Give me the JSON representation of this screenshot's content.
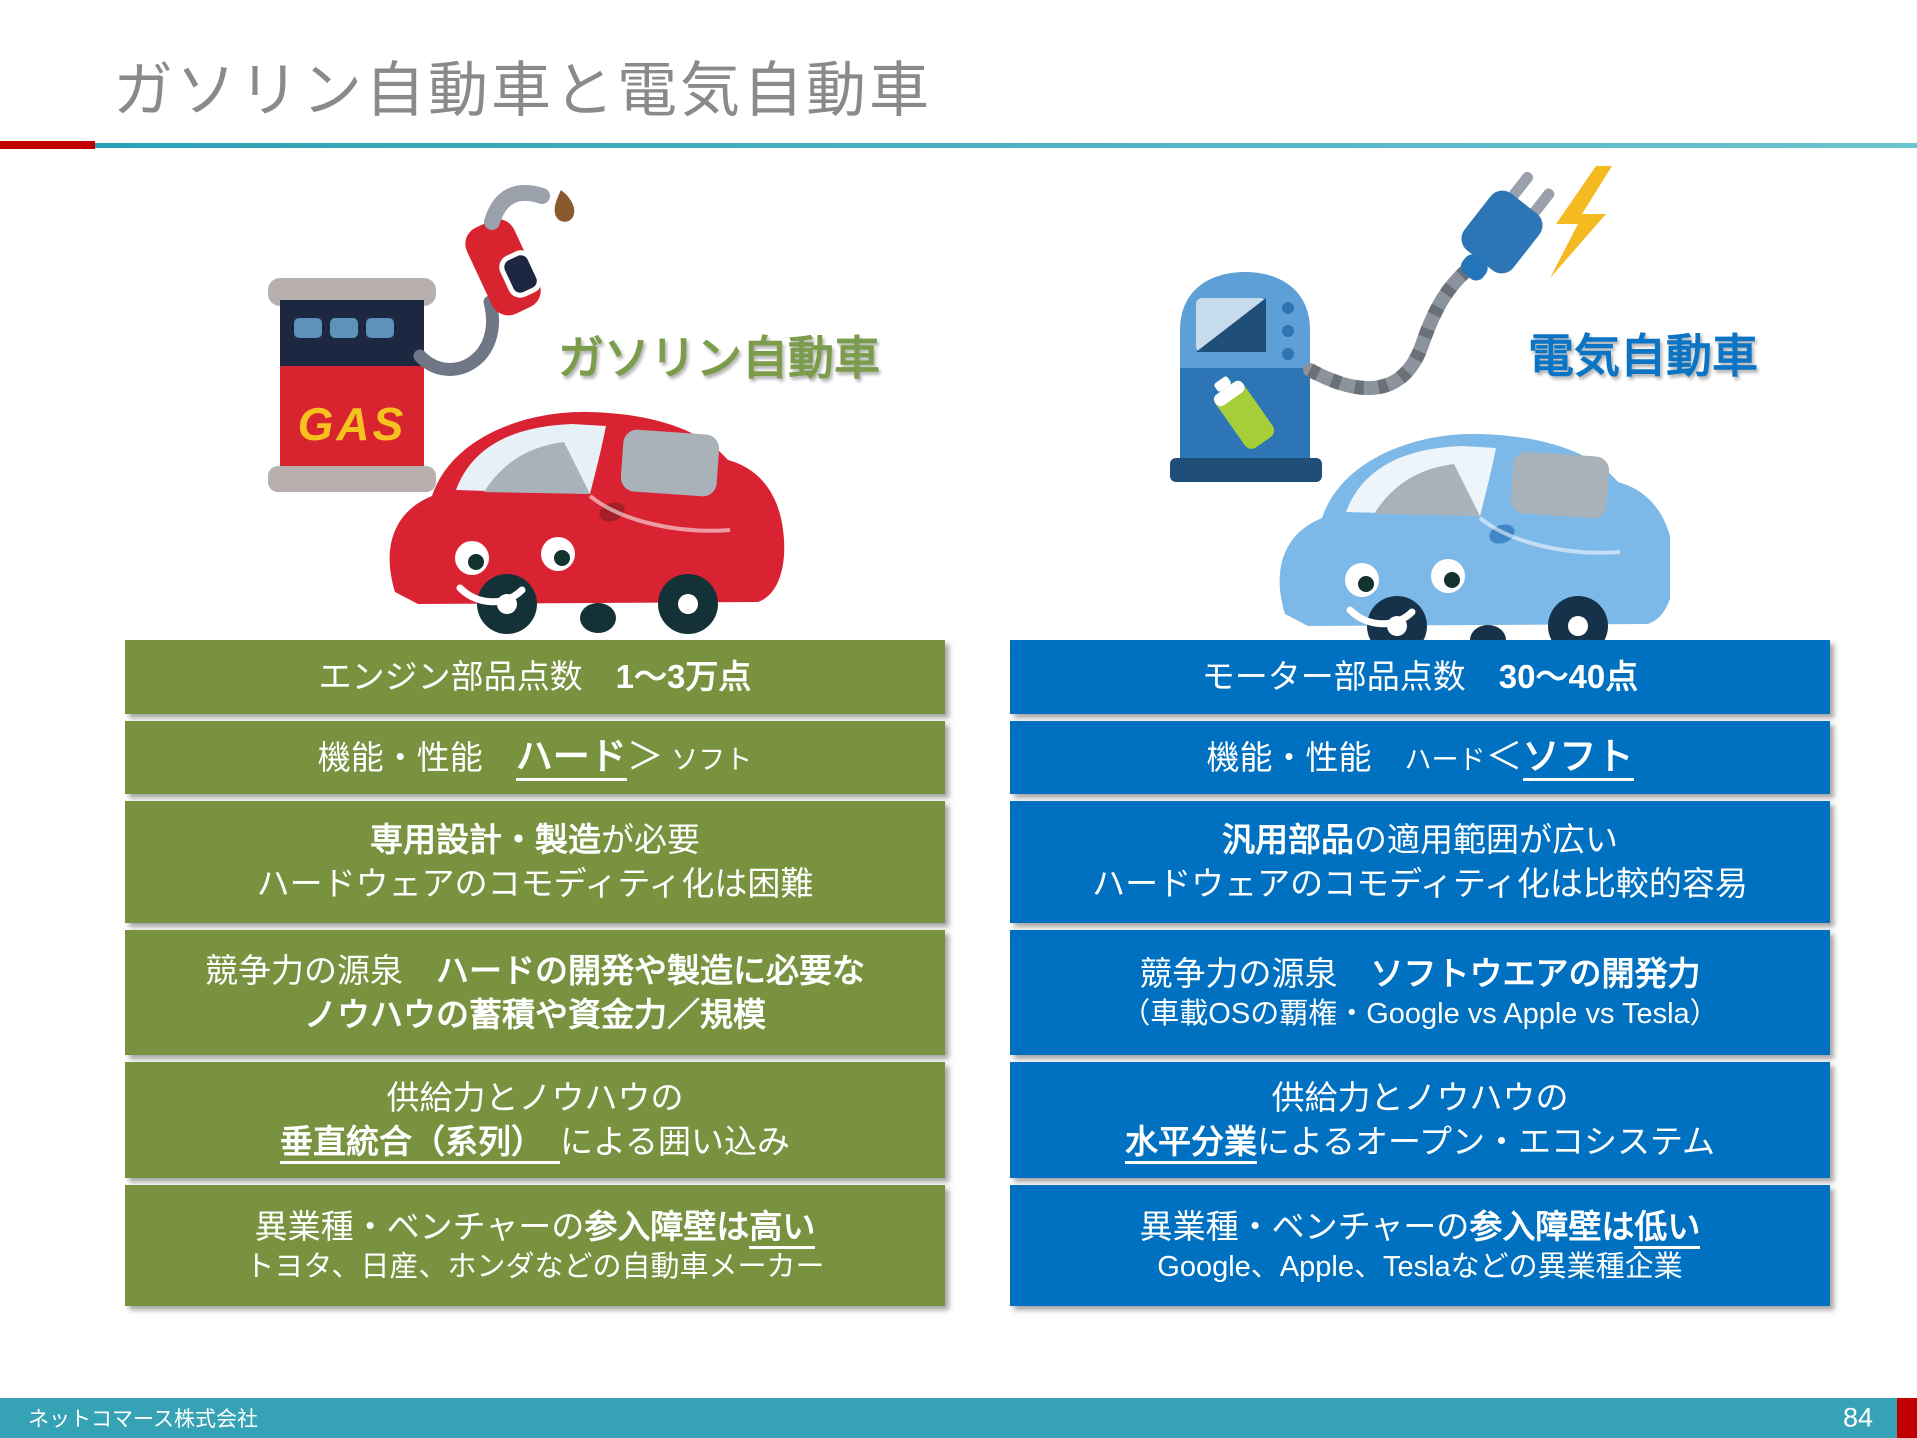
{
  "title": "ガソリン自動車と電気自動車",
  "colors": {
    "gas_box": "#78923F",
    "ev_box": "#0070C0",
    "gas_label": "#7B9C4B",
    "ev_label": "#0B74C4",
    "title_gray": "#8A8A8A",
    "footer_teal": "#35A3B5",
    "accent_red": "#C00000"
  },
  "gas": {
    "label": "ガソリン自動車",
    "rows": [
      {
        "line1": [
          "エンジン部品点数　",
          "1～3万点"
        ]
      },
      {
        "line1": [
          "機能・性能　",
          "ハード",
          "＞",
          " ソフト"
        ]
      },
      {
        "line1": [
          "専用設計・製造",
          "が必要"
        ],
        "line2": [
          "ハードウェアのコモディティ化は困難"
        ]
      },
      {
        "line1": [
          "競争力の源泉　",
          "ハードの開発や製造に必要な"
        ],
        "line2": [
          "ノウハウの蓄積や資金力／規模"
        ]
      },
      {
        "line1": [
          "供給力とノウハウの"
        ],
        "line2": [
          "垂直統合（系列）",
          "による囲い込み"
        ]
      },
      {
        "line1": [
          "異業種・ベンチャーの",
          "参入障壁は",
          "高い"
        ],
        "line2": [
          "トヨタ、日産、ホンダなどの自動車メーカー"
        ]
      }
    ]
  },
  "ev": {
    "label": "電気自動車",
    "rows": [
      {
        "line1": [
          "モーター部品点数　",
          "30～40点"
        ]
      },
      {
        "line1": [
          "機能・性能　",
          "ハード",
          "＜",
          "ソフト"
        ]
      },
      {
        "line1": [
          "汎用部品",
          "の適用範囲が広い"
        ],
        "line2": [
          "ハードウェアのコモディティ化は比較的容易"
        ]
      },
      {
        "line1": [
          "競争力の源泉　",
          "ソフトウエアの開発力"
        ],
        "line2": [
          "（車載OSの覇権・Google vs Apple vs Tesla）"
        ]
      },
      {
        "line1": [
          "供給力とノウハウの"
        ],
        "line2": [
          "水平分業",
          "によるオープン・エコシステム"
        ]
      },
      {
        "line1": [
          "異業種・ベンチャーの",
          "参入障壁は",
          "低い"
        ],
        "line2": [
          "Google、Apple、Teslaなどの異業種企業"
        ]
      }
    ]
  },
  "illustrations": {
    "gas_pump_label": "GAS"
  },
  "footer": {
    "company": "ネットコマース株式会社",
    "page": "84"
  }
}
